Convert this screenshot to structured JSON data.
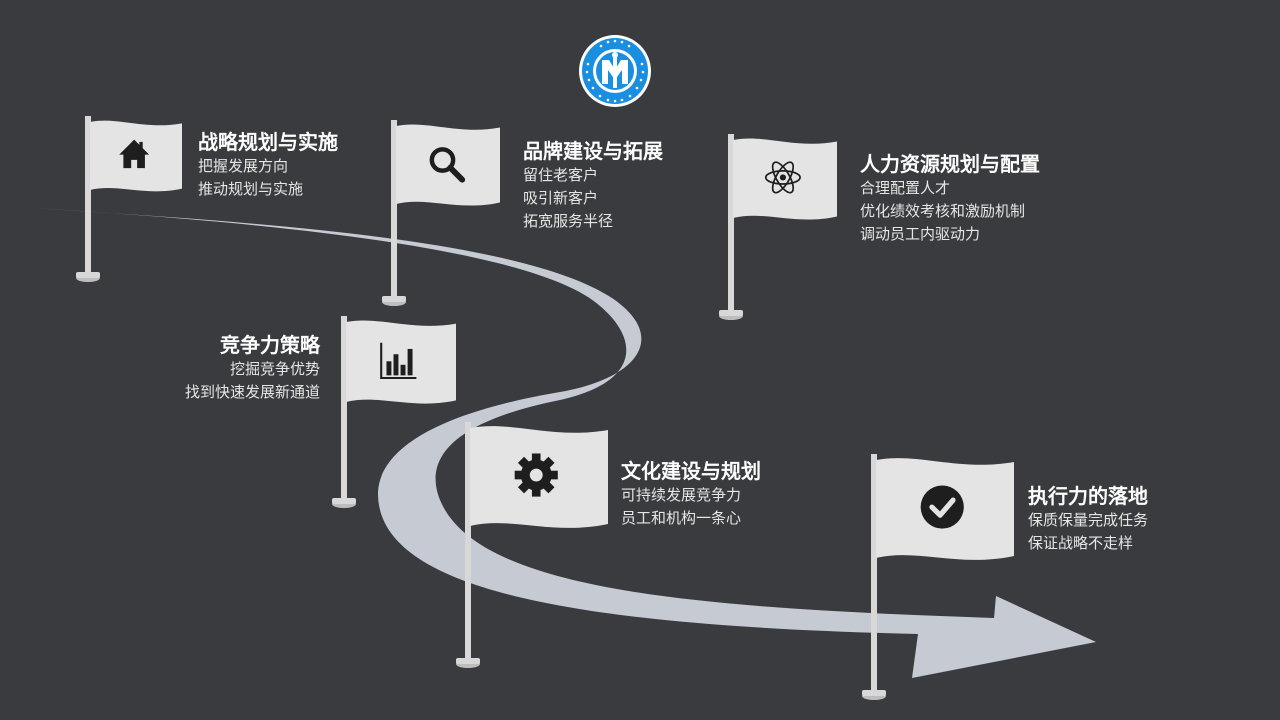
{
  "steps": [
    {
      "title": "战略规划与实施",
      "lines": [
        "把握发展方向",
        "推动规划与实施"
      ],
      "icon": "home-icon"
    },
    {
      "title": "品牌建设与拓展",
      "lines": [
        "留住老客户",
        "吸引新客户",
        "拓宽服务半径"
      ],
      "icon": "search-icon"
    },
    {
      "title": "人力资源规划与配置",
      "lines": [
        "合理配置人才",
        "优化绩效考核和激励机制",
        "调动员工内驱动力"
      ],
      "icon": "atom-icon"
    },
    {
      "title": "竞争力策略",
      "lines": [
        "挖掘竞争优势",
        "找到快速发展新通道"
      ],
      "icon": "bar-chart-icon"
    },
    {
      "title": "文化建设与规划",
      "lines": [
        "可持续发展竞争力",
        "员工和机构一条心"
      ],
      "icon": "gear-icon"
    },
    {
      "title": "执行力的落地",
      "lines": [
        "保质保量完成任务",
        "保证战略不走样"
      ],
      "icon": "check-circle-icon"
    }
  ],
  "colors": {
    "background": "#3a3b3f",
    "road": "#c5cad3",
    "flag": "#e4e4e4",
    "pole": "#d8d8d8",
    "icon": "#1e1e1e",
    "logo_blue": "#1a8ee0"
  }
}
